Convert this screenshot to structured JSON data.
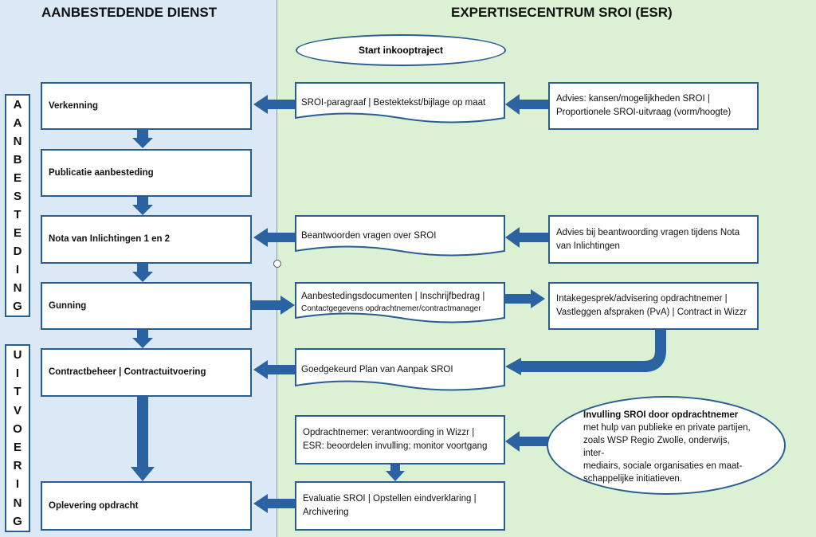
{
  "lanes": {
    "left_title": "AANBESTEDENDE DIENST",
    "right_title": "EXPERTISECENTRUM SROI (ESR)"
  },
  "phases": {
    "aanbesteding": [
      "A",
      "A",
      "N",
      "B",
      "E",
      "S",
      "T",
      "E",
      "D",
      "I",
      "N",
      "G"
    ],
    "uitvoering": [
      "U",
      "I",
      "T",
      "V",
      "O",
      "E",
      "R",
      "I",
      "N",
      "G"
    ]
  },
  "start": "Start inkooptraject",
  "left_boxes": {
    "verkenning": "Verkenning",
    "publicatie": "Publicatie aanbesteding",
    "nota": "Nota van Inlichtingen 1 en 2",
    "gunning": "Gunning",
    "contractbeheer": "Contractbeheer | Contractuitvoering",
    "oplevering": "Oplevering opdracht"
  },
  "mid_boxes": {
    "sroi_paragraaf": "SROI-paragraaf | Bestektekst/bijlage op maat",
    "beantwoorden": "Beantwoorden vragen over SROI",
    "aanbesteding_docs_1": "Aanbestedingsdocumenten | Inschrijfbedrag |",
    "aanbesteding_docs_2": "Contactgegevens opdrachtnemer/contractmanager",
    "plan_van_aanpak": "Goedgekeurd Plan van Aanpak SROI",
    "verantwoording_1": "Opdrachtnemer: verantwoording in Wizzr |",
    "verantwoording_2": "ESR: beoordelen invulling; monitor voortgang",
    "evaluatie_1": "Evaluatie SROI | Opstellen eindverklaring |",
    "evaluatie_2": "Archivering"
  },
  "right_boxes": {
    "advies_1": "Advies: kansen/mogelijkheden SROI |",
    "advies_2": "Proportionele SROI-uitvraag (vorm/hoogte)",
    "advies_nota_1": "Advies bij beantwoording vragen tijdens Nota",
    "advies_nota_2": "van Inlichtingen",
    "intake_1": "Intakegesprek/advisering opdrachtnemer |",
    "intake_2": "Vastleggen afspraken (PvA) | Contract in Wizzr"
  },
  "invulling": {
    "title": "Invulling SROI door opdrachtnemer",
    "lines": [
      "met hulp van publieke en private partijen,",
      "zoals WSP Regio Zwolle, onderwijs, inter-",
      "mediairs, sociale organisaties en maat-",
      "schappelijke initiatieven."
    ]
  },
  "colors": {
    "arrow": "#2b63a2",
    "border": "#2a5d92"
  }
}
